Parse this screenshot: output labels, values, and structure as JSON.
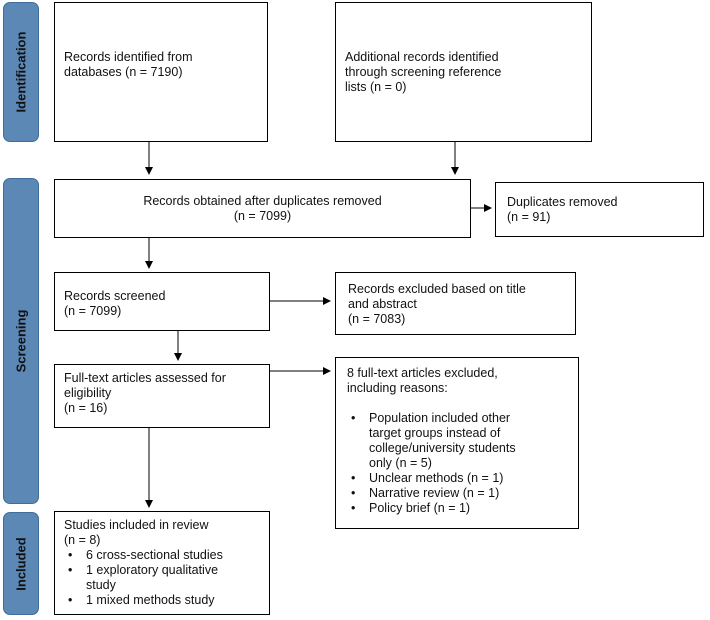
{
  "stages": {
    "identification": "Identification",
    "screening": "Screening",
    "included": "Included"
  },
  "boxes": {
    "databases": {
      "line1": "Records identified from",
      "line2": "databases (n = 7190)"
    },
    "additional": {
      "line1": "Additional records identified",
      "line2": "through screening reference",
      "line3": "lists (n = 0)"
    },
    "deduplicated": {
      "line1": "Records obtained after duplicates removed",
      "line2": "(n = 7099)"
    },
    "duplicates": {
      "line1": "Duplicates removed",
      "line2": "(n = 91)"
    },
    "screened": {
      "line1": "Records screened",
      "line2": "(n = 7099)"
    },
    "excluded_title": {
      "line1": "Records excluded based on title",
      "line2": "and abstract",
      "line3": "(n = 7083)"
    },
    "fulltext": {
      "line1": "Full-text articles assessed for",
      "line2": "eligibility",
      "line3": "(n = 16)"
    },
    "fulltext_excluded": {
      "line1": "8 full-text articles excluded,",
      "line2": "including reasons:",
      "reasons": [
        {
          "l1": "Population included other",
          "l2": "target groups instead of",
          "l3": "college/university students",
          "l4": "only (n = 5)"
        },
        {
          "l1": "Unclear methods (n = 1)"
        },
        {
          "l1": "Narrative review (n = 1)"
        },
        {
          "l1": "Policy brief (n = 1)"
        }
      ]
    },
    "included": {
      "line1": "Studies included in review",
      "line2": "(n = 8)",
      "items": [
        {
          "l1": "6 cross-sectional studies"
        },
        {
          "l1": "1 exploratory qualitative",
          "l2": "study"
        },
        {
          "l1": "1 mixed methods study"
        }
      ]
    }
  },
  "colors": {
    "stage_fill": "#5b88b5",
    "line": "#000000"
  }
}
